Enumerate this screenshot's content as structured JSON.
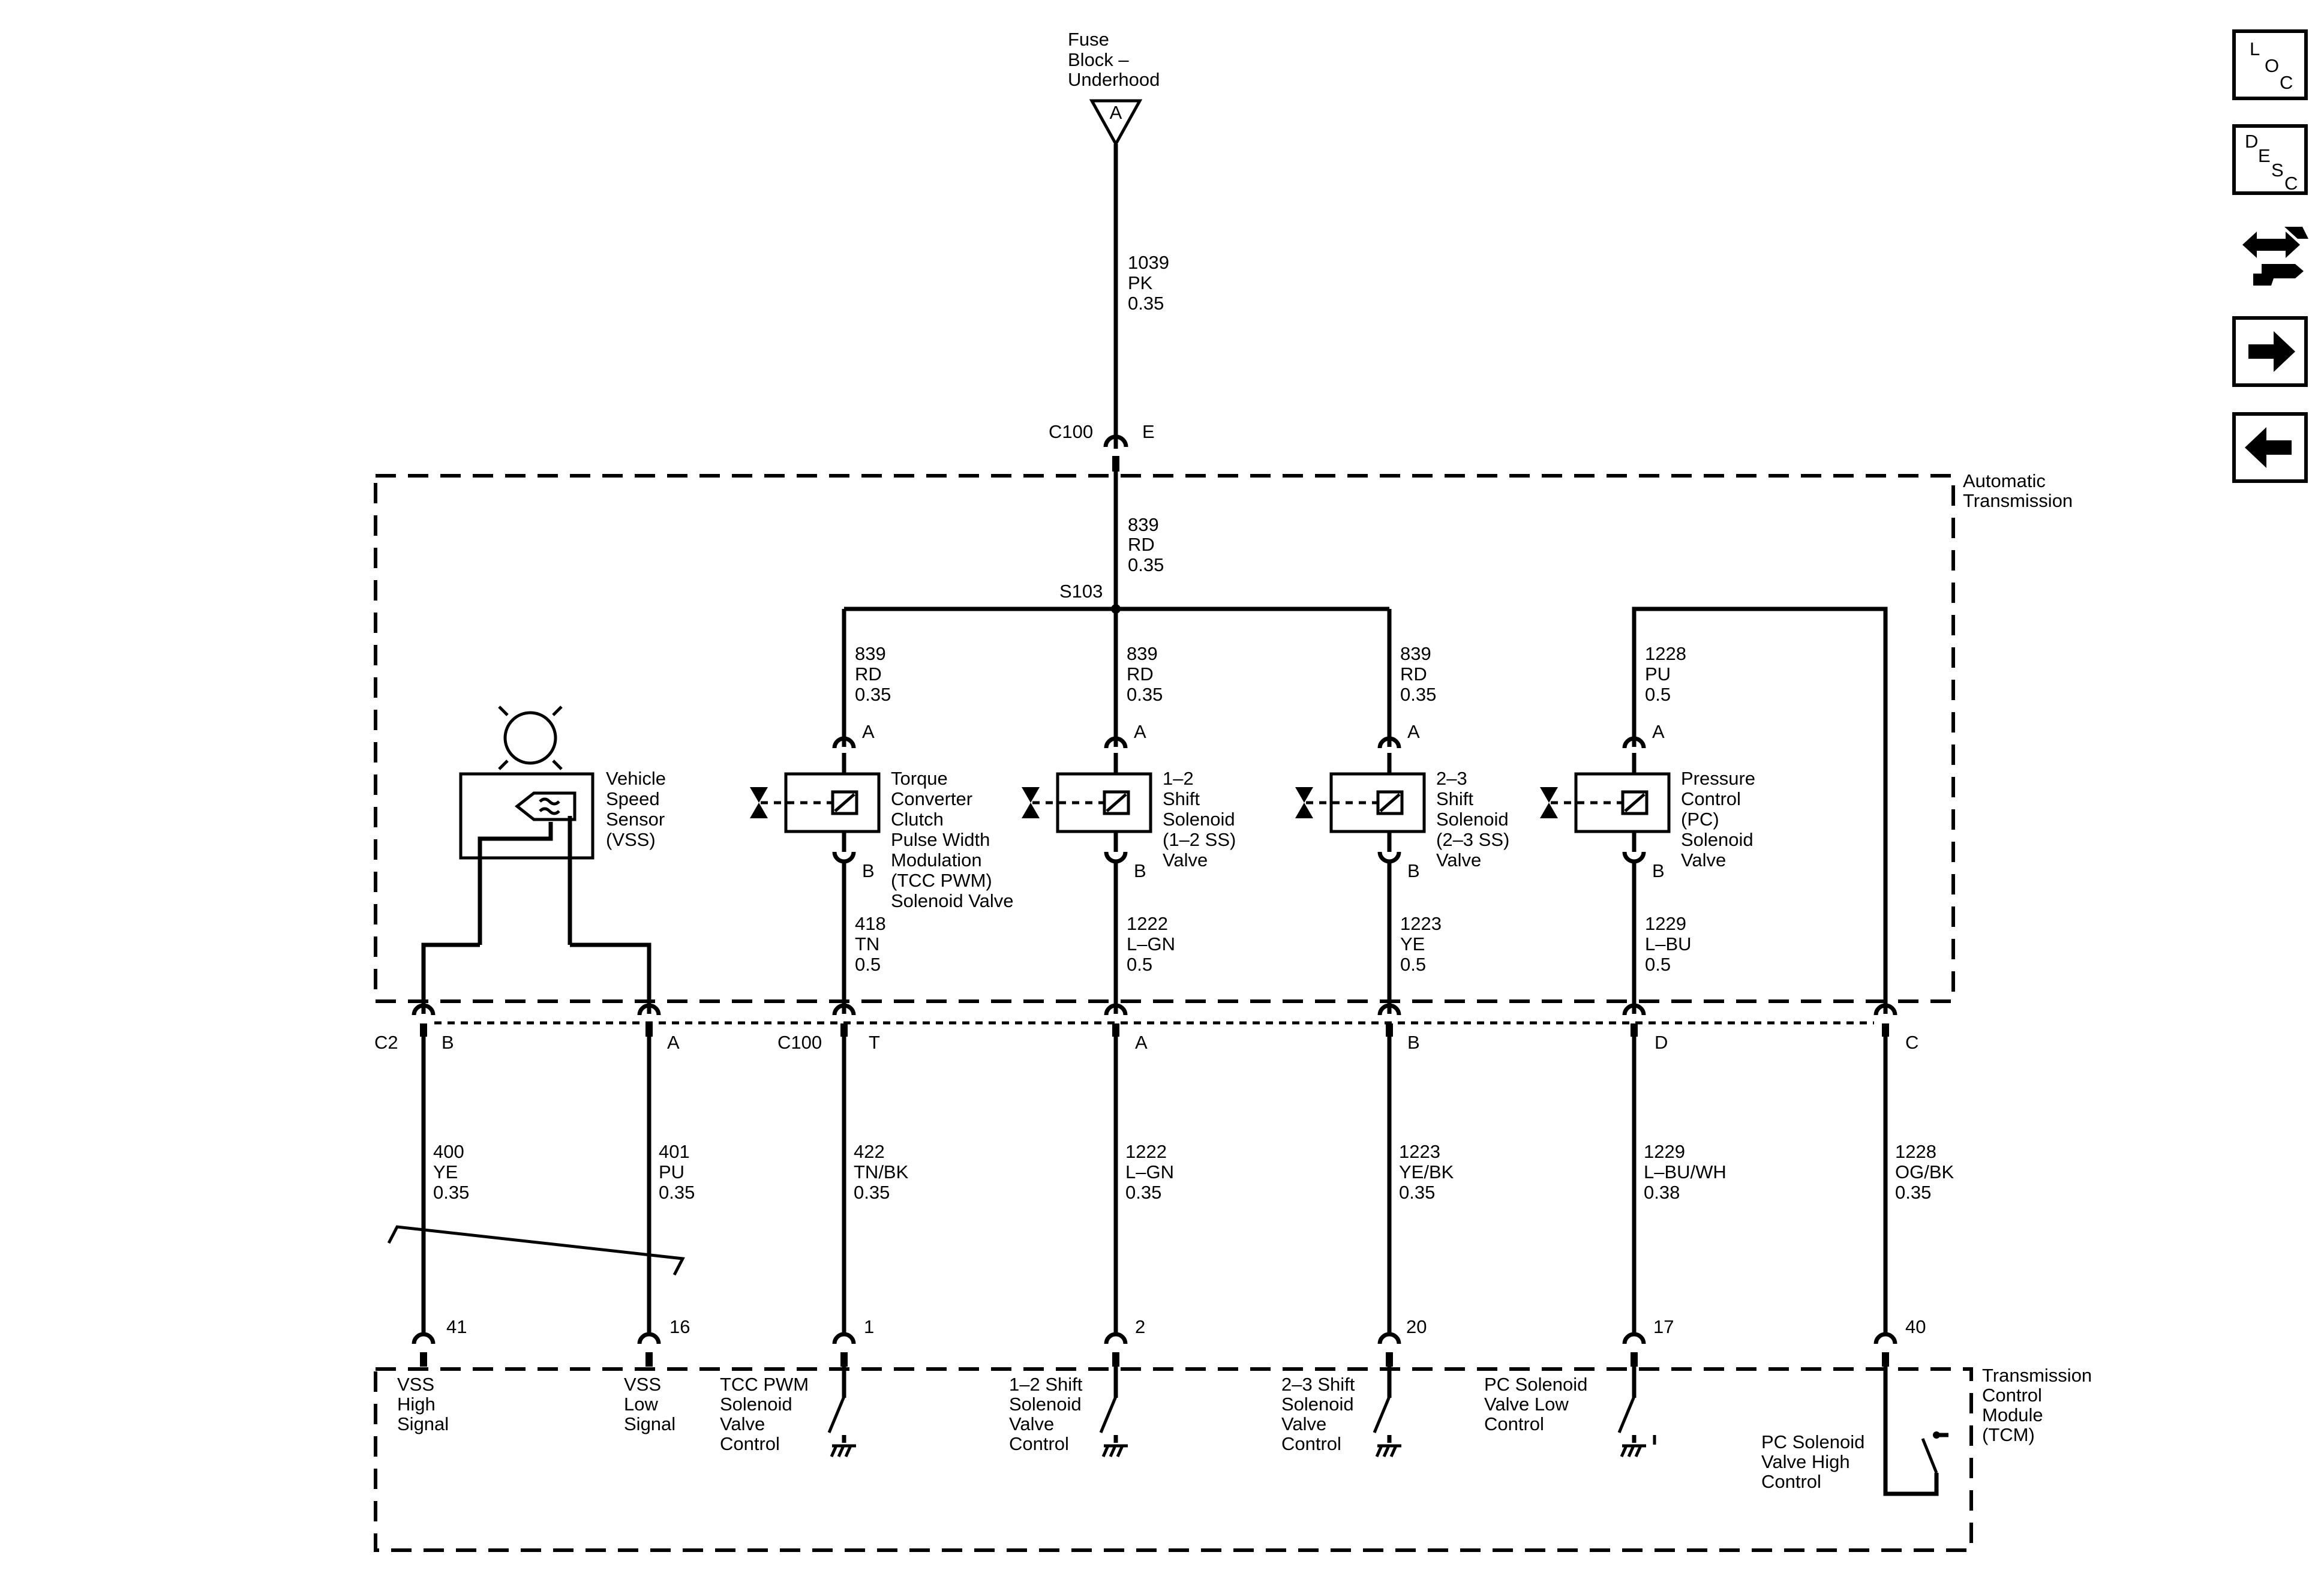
{
  "fuse": {
    "line1": "Fuse",
    "line2": "Block –",
    "line3": "Underhood",
    "pin": "A"
  },
  "feed_wire": {
    "circuit": "1039",
    "color": "PK",
    "size": "0.35"
  },
  "c100_top": {
    "connector": "C100",
    "pin": "E"
  },
  "module_at": {
    "line1": "Automatic",
    "line2": "Transmission"
  },
  "main_wire": {
    "circuit": "839",
    "color": "RD",
    "size": "0.35"
  },
  "splice": "S103",
  "vss": {
    "line1": "Vehicle",
    "line2": "Speed",
    "line3": "Sensor",
    "line4": "(VSS)"
  },
  "sol_wires_top": [
    {
      "circuit": "839",
      "color": "RD",
      "size": "0.35"
    },
    {
      "circuit": "839",
      "color": "RD",
      "size": "0.35"
    },
    {
      "circuit": "839",
      "color": "RD",
      "size": "0.35"
    },
    {
      "circuit": "1228",
      "color": "PU",
      "size": "0.5"
    }
  ],
  "pin_a": "A",
  "pin_b": "B",
  "solenoids": [
    {
      "lines": [
        "Torque",
        "Converter",
        "Clutch",
        "Pulse Width",
        "Modulation",
        "(TCC PWM)",
        "Solenoid Valve"
      ]
    },
    {
      "lines": [
        "1–2",
        "Shift",
        "Solenoid",
        "(1–2 SS)",
        "Valve"
      ]
    },
    {
      "lines": [
        "2–3",
        "Shift",
        "Solenoid",
        "(2–3 SS)",
        "Valve"
      ]
    },
    {
      "lines": [
        "Pressure",
        "Control",
        "(PC)",
        "Solenoid",
        "Valve"
      ]
    }
  ],
  "sol_wires_bottom": [
    {
      "circuit": "418",
      "color": "TN",
      "size": "0.5"
    },
    {
      "circuit": "1222",
      "color": "L–GN",
      "size": "0.5"
    },
    {
      "circuit": "1223",
      "color": "YE",
      "size": "0.5"
    },
    {
      "circuit": "1229",
      "color": "L–BU",
      "size": "0.5"
    }
  ],
  "connectors": {
    "c2": "C2",
    "c100": "C100"
  },
  "conn_pins": [
    "B",
    "A",
    "T",
    "A",
    "B",
    "D",
    "C"
  ],
  "lower_wires": [
    {
      "circuit": "400",
      "color": "YE",
      "size": "0.35"
    },
    {
      "circuit": "401",
      "color": "PU",
      "size": "0.35"
    },
    {
      "circuit": "422",
      "color": "TN/BK",
      "size": "0.35"
    },
    {
      "circuit": "1222",
      "color": "L–GN",
      "size": "0.35"
    },
    {
      "circuit": "1223",
      "color": "YE/BK",
      "size": "0.35"
    },
    {
      "circuit": "1229",
      "color": "L–BU/WH",
      "size": "0.38"
    },
    {
      "circuit": "1228",
      "color": "OG/BK",
      "size": "0.35"
    }
  ],
  "tcm_pins": [
    "41",
    "16",
    "1",
    "2",
    "20",
    "17",
    "40"
  ],
  "tcm_labels": [
    {
      "lines": [
        "VSS",
        "High",
        "Signal"
      ]
    },
    {
      "lines": [
        "VSS",
        "Low",
        "Signal"
      ]
    },
    {
      "lines": [
        "TCC PWM",
        "Solenoid",
        "Valve",
        "Control"
      ]
    },
    {
      "lines": [
        "1–2 Shift",
        "Solenoid",
        "Valve",
        "Control"
      ]
    },
    {
      "lines": [
        "2–3 Shift",
        "Solenoid",
        "Valve",
        "Control"
      ]
    },
    {
      "lines": [
        "PC Solenoid",
        "Valve Low",
        "Control"
      ]
    },
    {
      "lines": [
        "PC Solenoid",
        "Valve High",
        "Control"
      ]
    }
  ],
  "tcm_module": {
    "line1": "Transmission",
    "line2": "Control",
    "line3": "Module",
    "line4": "(TCM)"
  },
  "side_buttons": {
    "loc": {
      "l": "L",
      "o": "O",
      "c": "C"
    },
    "desc": {
      "d": "D",
      "e": "E",
      "s": "S",
      "c": "C"
    }
  }
}
